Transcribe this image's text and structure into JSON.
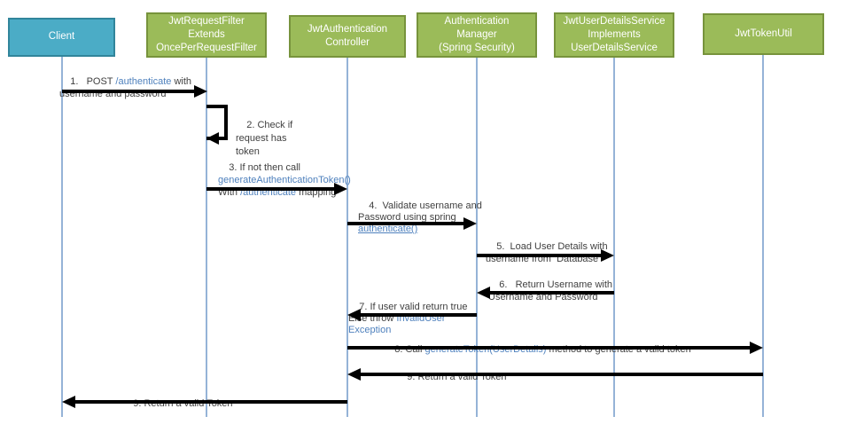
{
  "diagram": {
    "type": "sequence-diagram",
    "subject": "JWT authentication flow"
  },
  "actors": {
    "client": "Client",
    "jwt_request_filter": "JwtRequestFilter\nExtends\nOncePerRequestFilter",
    "jwt_authentication_controller": "JwtAuthentication\nController",
    "authentication_manager": "Authentication\nManager\n(Spring Security)",
    "jwt_user_details_service": "JwtUserDetailsService\nImplements\nUserDetailsService",
    "jwt_token_util": "JwtTokenUtil"
  },
  "messages": {
    "m1": {
      "seg1": "1.   POST ",
      "link": "/authenticate",
      "seg2": " with\nusername and password"
    },
    "m2": {
      "text": "2. Check if\nrequest has\ntoken"
    },
    "m3": {
      "seg1": "3. If not then call\n",
      "link1": "generateAuthenticationToken()",
      "seg2": "\nWith ",
      "link2": "/authenticate",
      "seg3": " mapping"
    },
    "m4": {
      "seg1": "4.  Validate username and\nPassword using spring\n",
      "link": "authenticate()"
    },
    "m5": {
      "text": "5.  Load User Details with\nusername from  Database"
    },
    "m6": {
      "text": "6.   Return Username with\nUsername and Password"
    },
    "m7": {
      "seg1": "7. If user valid return true\nElse throw ",
      "link": "InvalidUser Exception"
    },
    "m8": {
      "seg1": "8. Call ",
      "link": "generateToken(UserDetails)",
      "seg2": " method to generate a valid token"
    },
    "m9": {
      "text": "9. Return a valid Token"
    },
    "m10": {
      "text": "9. Return a valid Token"
    }
  },
  "colors": {
    "client_fill": "#4bacc6",
    "client_border": "#31859b",
    "service_fill": "#9bbb59",
    "service_border": "#77933c",
    "link_text": "#4f81bd",
    "lifeline": "#95b3d7",
    "arrow": "#000000",
    "label_text": "#3f3f3f"
  }
}
